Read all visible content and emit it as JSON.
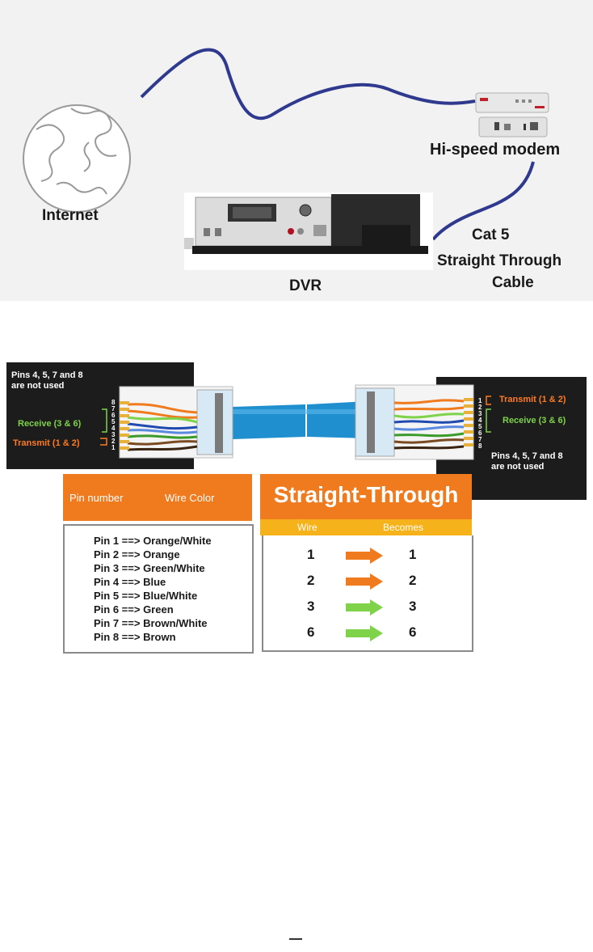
{
  "network": {
    "internet_label": "Internet",
    "modem_label": "Hi-speed modem",
    "cable_line1": "Cat 5",
    "cable_line2": "Straight Through",
    "cable_line3": "Cable",
    "dvr_label": "DVR",
    "cable_color": "#2f3a8f"
  },
  "wiring": {
    "left_panel_note_1": "Pins 4, 5, 7 and 8",
    "left_panel_note_2": "are not used",
    "left_receive": "Receive (3 & 6)",
    "left_transmit": "Transmit (1 & 2)",
    "right_transmit": "Transmit (1 & 2)",
    "right_receive": "Receive (3 & 6)",
    "right_panel_note_1": "Pins 4, 5, 7 and 8",
    "right_panel_note_2": "are not used",
    "left_pin_digits": "87654321",
    "right_pin_digits": "12345678",
    "colors": {
      "orange": "#f07a1e",
      "green": "#7ed34a",
      "yellow": "#f6b21a",
      "cable_blue": "#1f8fd0"
    }
  },
  "pin_table": {
    "col1": "Pin number",
    "col2": "Wire Color",
    "rows": [
      "Pin 1 ==> Orange/White",
      "Pin 2 ==> Orange",
      "Pin 3 ==> Green/White",
      "Pin 4 ==> Blue",
      "Pin 5 ==> Blue/White",
      "Pin 6 ==> Green",
      "Pin 7 ==> Brown/White",
      "Pin 8 ==> Brown"
    ]
  },
  "straight_through": {
    "title": "Straight-Through",
    "col1": "Wire",
    "col2": "Becomes",
    "rows": [
      {
        "wire": "1",
        "becomes": "1",
        "arrow": "orange"
      },
      {
        "wire": "2",
        "becomes": "2",
        "arrow": "orange"
      },
      {
        "wire": "3",
        "becomes": "3",
        "arrow": "green"
      },
      {
        "wire": "6",
        "becomes": "6",
        "arrow": "green"
      }
    ]
  }
}
